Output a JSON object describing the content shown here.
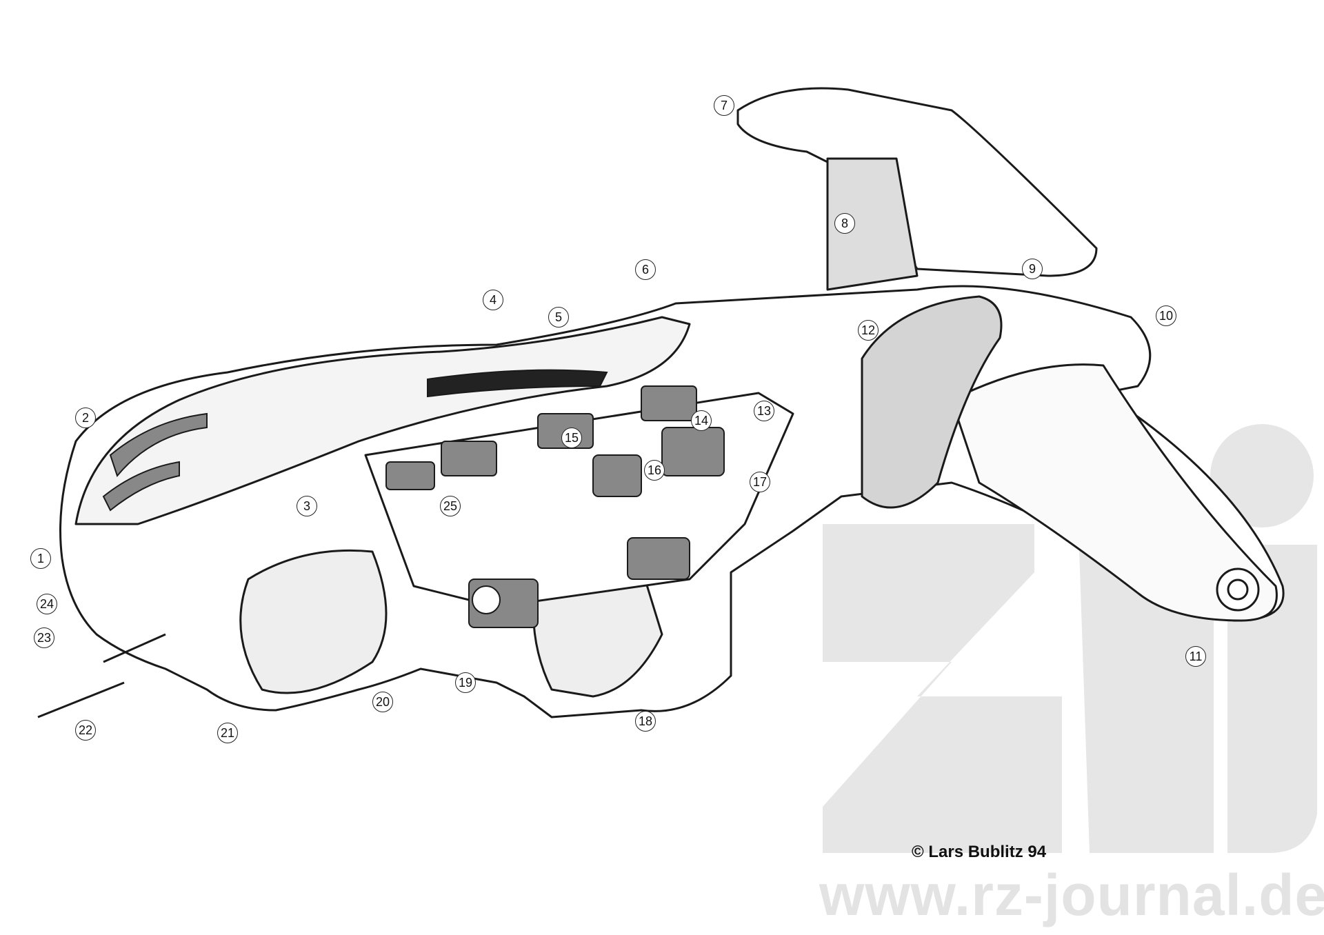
{
  "callouts": [
    "1",
    "2",
    "3",
    "4",
    "5",
    "6",
    "7",
    "8",
    "9",
    "10",
    "11",
    "12",
    "13",
    "14",
    "15",
    "16",
    "17",
    "18",
    "19",
    "20",
    "21",
    "22",
    "23",
    "24",
    "25"
  ],
  "copyright": "© Lars Bublitz 94",
  "watermark": {
    "url": "www.rz-journal.de",
    "logo_text": "rz"
  },
  "colors": {
    "line": "#1a1a1a",
    "shade": "#8a8a8a",
    "watermark": "#e3e3e3"
  }
}
